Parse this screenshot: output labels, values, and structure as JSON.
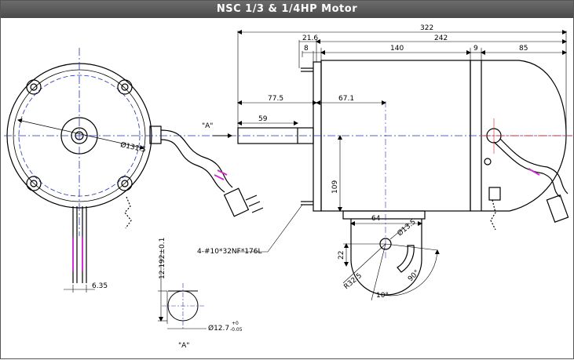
{
  "title": "NSC 1/3 & 1/4HP Motor",
  "dims": {
    "overall": "322",
    "body": "242",
    "shaft_offset": "21.6",
    "flange": "8",
    "can": "140",
    "band": "9",
    "end_cap": "85",
    "shaft_len": "77.5",
    "mount_pos": "67.1",
    "shaft_tip": "59",
    "diameter": "Ø131.5",
    "height": "109",
    "bracket_w": "64",
    "hole": "Ø13.5",
    "bracket_h": "22",
    "radius": "R32.5",
    "angle_small": "10°",
    "angle": "90°",
    "lead": "6.35",
    "flat": "12.192±0.1",
    "shaft_dia": "Ø12.7",
    "tol_upper": "+0",
    "tol_lower": "-0.05",
    "bolts": "4-#10*32NF*176L",
    "view_a": "\"A\"",
    "view_a_label": "\"A\""
  }
}
